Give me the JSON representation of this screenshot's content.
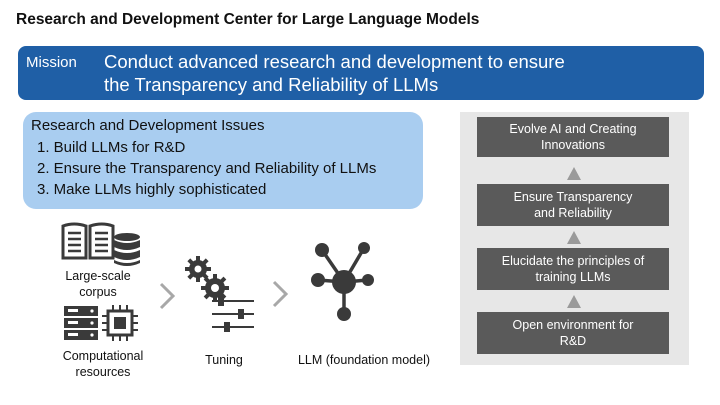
{
  "title": "Research and Development Center for Large Language Models",
  "mission": {
    "label": "Mission",
    "line1": "Conduct advanced research and development to ensure",
    "line2": "the Transparency and Reliability of LLMs"
  },
  "issues": {
    "title": "Research and Development Issues",
    "items": [
      "1.  Build LLMs for R&D",
      "2.  Ensure the Transparency and Reliability of LLMs",
      "3.  Make LLMs highly sophisticated"
    ]
  },
  "flow": {
    "corpus_line1": "Large-scale",
    "corpus_line2": "corpus",
    "compute_line1": "Computational",
    "compute_line2": "resources",
    "tuning": "Tuning",
    "llm": "LLM (foundation model)"
  },
  "stack": {
    "box1_line1": "Evolve AI and Creating",
    "box1_line2": "Innovations",
    "box2_line1": "Ensure Transparency",
    "box2_line2": "and Reliability",
    "box3_line1": "Elucidate the principles of",
    "box3_line2": "training LLMs",
    "box4_line1": "Open environment for",
    "box4_line2": "R&D"
  },
  "colors": {
    "mission_bg": "#1f5fa6",
    "issues_bg": "#a9cdf0",
    "stack_box": "#5a5a5a",
    "stack_bg": "#e7e7e7",
    "icon_dark": "#3a3a3a"
  },
  "icons": [
    "open-book-icon",
    "database-icon",
    "server-icon",
    "cpu-chip-icon",
    "gears-icon",
    "sliders-icon",
    "network-hub-icon",
    "chevron-right-icon",
    "triangle-up-icon"
  ]
}
